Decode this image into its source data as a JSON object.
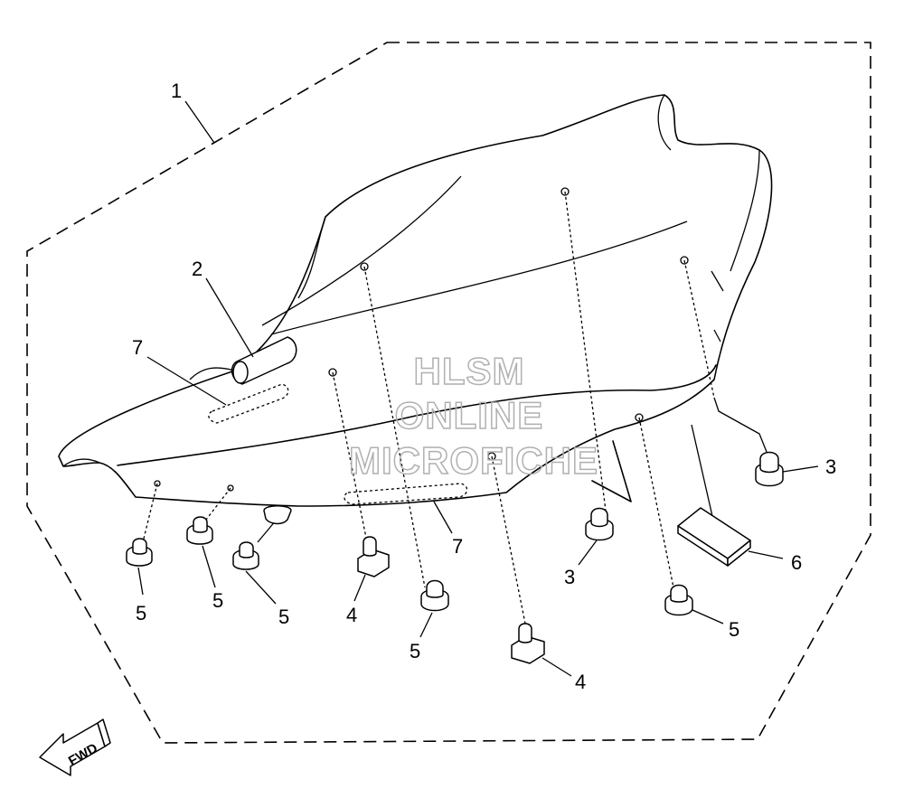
{
  "callouts": [
    {
      "id": "c1",
      "text": "1"
    },
    {
      "id": "c2",
      "text": "2"
    },
    {
      "id": "c7a",
      "text": "7"
    },
    {
      "id": "c7b",
      "text": "7"
    },
    {
      "id": "c3a",
      "text": "3"
    },
    {
      "id": "c3b",
      "text": "3"
    },
    {
      "id": "c6",
      "text": "6"
    },
    {
      "id": "c5a",
      "text": "5"
    },
    {
      "id": "c5b",
      "text": "5"
    },
    {
      "id": "c5c",
      "text": "5"
    },
    {
      "id": "c5d",
      "text": "5"
    },
    {
      "id": "c5e",
      "text": "5"
    },
    {
      "id": "c4a",
      "text": "4"
    },
    {
      "id": "c4b",
      "text": "4"
    }
  ],
  "watermark": {
    "line1": "HLSM",
    "line2": "ONLINE",
    "line3": "MICROFICHE"
  },
  "direction_arrow": {
    "label": "FWD"
  },
  "icons": {
    "direction": "fwd-arrow-icon"
  }
}
